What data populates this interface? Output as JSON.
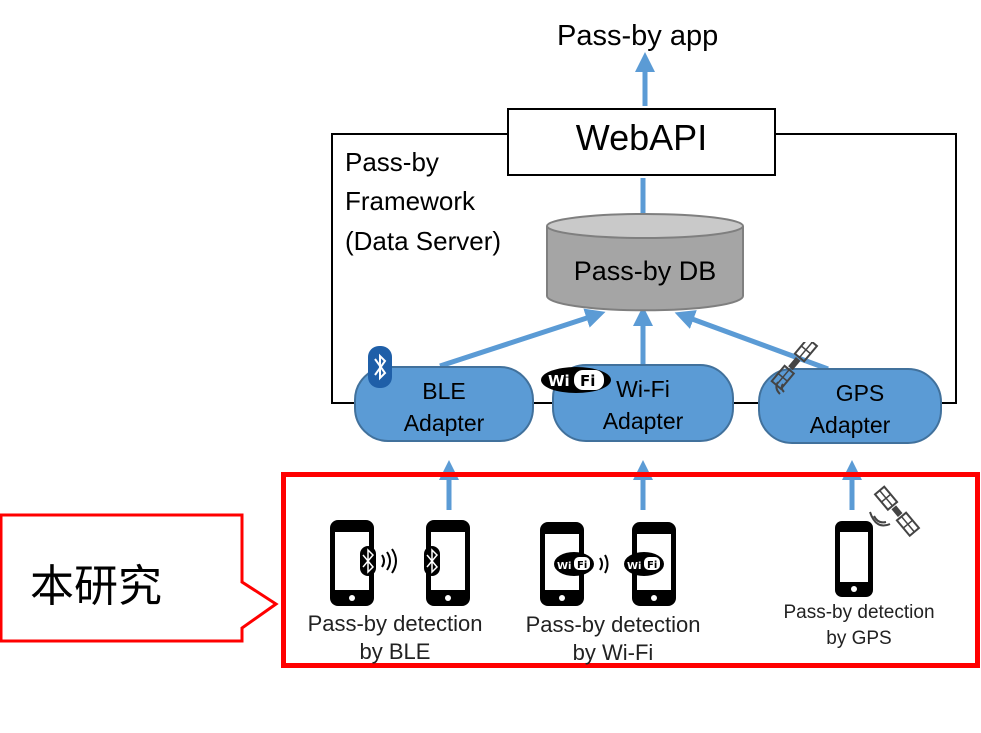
{
  "diagram": {
    "top_label": "Pass-by app",
    "webapi_label": "WebAPI",
    "framework_label_lines": [
      "Pass-by",
      "Framework",
      "(Data Server)"
    ],
    "database_label": "Pass-by DB",
    "adapters": [
      {
        "line1": "BLE",
        "line2": "Adapter",
        "badge_icon": "bluetooth-icon"
      },
      {
        "line1": "Wi-Fi",
        "line2": "Adapter",
        "badge_icon": "wifi-logo-icon"
      },
      {
        "line1": "GPS",
        "line2": "Adapter",
        "badge_icon": "satellite-icon"
      }
    ],
    "detections": [
      {
        "line1": "Pass-by detection",
        "line2": "by BLE"
      },
      {
        "line1": "Pass-by detection",
        "line2": "by Wi-Fi"
      },
      {
        "line1": "Pass-by detection",
        "line2": "by GPS"
      }
    ],
    "callout_label": "本研究",
    "colors": {
      "arrow": "#5b9bd5",
      "adapter_fill": "#5b9bd5",
      "adapter_border": "#41719c",
      "db_fill": "#a5a5a5",
      "highlight_border": "#ff0000"
    }
  }
}
